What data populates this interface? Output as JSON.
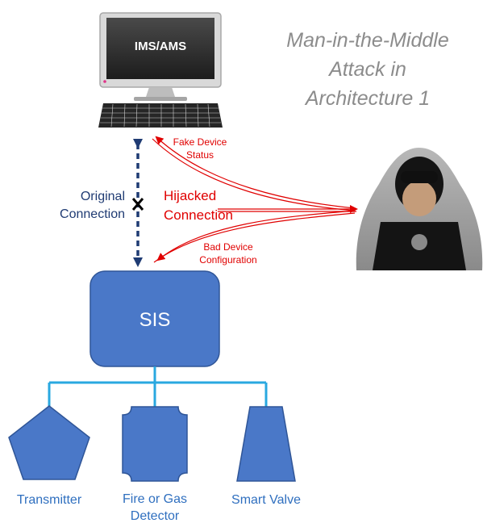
{
  "title": [
    "Man-in-the-Middle",
    "Attack in",
    "Architecture 1"
  ],
  "computer": {
    "screen_label": "IMS/AMS"
  },
  "original_connection": [
    "Original",
    "Connection"
  ],
  "hijacked_connection": [
    "Hijacked",
    "Connection"
  ],
  "fake_status": [
    "Fake Device",
    "Status"
  ],
  "bad_config": [
    "Bad Device",
    "Configuration"
  ],
  "sis_label": "SIS",
  "devices": {
    "transmitter": "Transmitter",
    "detector": [
      "Fire or Gas",
      "Detector"
    ],
    "valve": "Smart Valve"
  },
  "colors": {
    "sis_fill": "#4a78c8",
    "bus": "#29a8e0",
    "attack": "#e00000",
    "original_link": "#1f3b73"
  },
  "icons": [
    "desktop-computer-icon",
    "hooded-hacker-icon",
    "broken-link-x-icon"
  ]
}
